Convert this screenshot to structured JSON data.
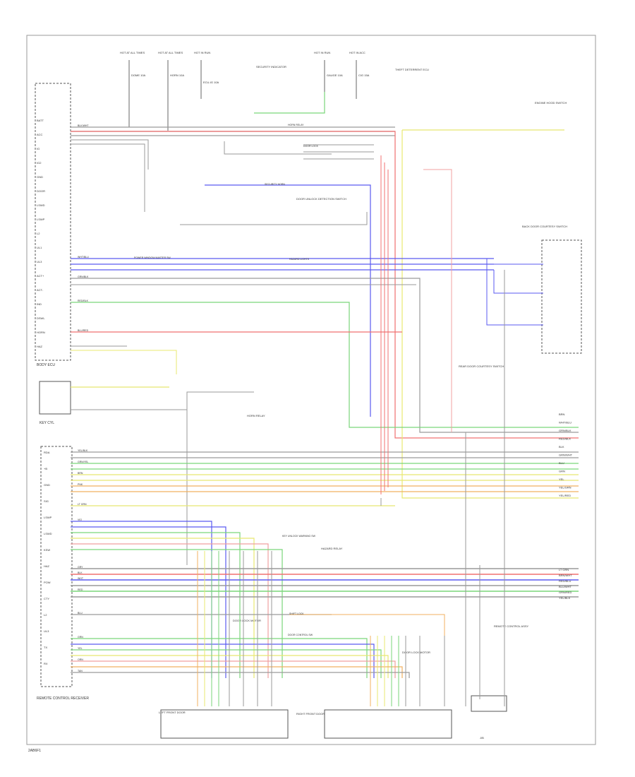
{
  "page": {
    "footer_code": "2AB6F1"
  },
  "components": {
    "body_ecu": "BODY ECU",
    "remote_receiver": "REMOTE CONTROL RECEIVER",
    "remote_control_assy": "REMOTE CONTROL ASSY",
    "security_indicator": "SECURITY INDICATOR",
    "engine_hood_switch": "ENGINE HOOD SWITCH",
    "door_lock_motor": "DOOR LOCK MOTOR",
    "door_unlock_detection_sw": "DOOR UNLOCK DETECTION SWITCH",
    "rear_door_courtesy_sw": "REAR DOOR COURTESY SWITCH",
    "back_door_courtesy_sw": "BACK DOOR COURTESY SWITCH",
    "theft_deterrent_ecu": "THEFT DETERRENT ECU",
    "horn_relay": "HORN RELAY",
    "hazard_relay": "HAZARD RELAY",
    "left_front_door": "LEFT FRONT DOOR",
    "right_front_door": "RIGHT FRONT DOOR",
    "ignition_key_cyl": "KEY CYL",
    "junction_block": "J/B"
  },
  "fuses": [
    {
      "label": "HOT AT ALL TIMES",
      "value": "DOME 10A"
    },
    {
      "label": "HOT AT ALL TIMES",
      "value": "HORN 10A"
    },
    {
      "label": "HOT IN RUN",
      "value": "ECU-IG 10A"
    },
    {
      "label": "HOT IN RUN",
      "value": "GAUGE 10A"
    },
    {
      "label": "HOT IN ACC",
      "value": "CIG 15A"
    }
  ],
  "ecu_pins_left": [
    "BATT",
    "ACC",
    "IG",
    "IG2",
    "GND",
    "DOOR",
    "LSWD",
    "LSWP",
    "L2",
    "UL1",
    "UL3",
    "ACT+",
    "ACT-",
    "IND",
    "DSWL",
    "HORN",
    "HAZ"
  ],
  "receiver_pins": [
    "RDA",
    "+B",
    "GND",
    "SIG",
    "LSWP",
    "LSWD",
    "KSW",
    "HAZ",
    "POW",
    "CTY",
    "L2",
    "UL3",
    "TX",
    "RX"
  ],
  "wire_colors": [
    "BLK/WHT",
    "WHT/BLU",
    "GRN/BLK",
    "RED/BLK",
    "BLU/RED",
    "YEL/BLK",
    "GRN/YEL",
    "BRN",
    "PNK",
    "LT GRN",
    "VIO",
    "GRY",
    "BLK",
    "WHT",
    "RED",
    "BLU",
    "GRN",
    "YEL",
    "ORN",
    "TAN"
  ],
  "right_connector_labels": [
    "BRN",
    "WHT/BLU",
    "GRN/BLK",
    "RED/BLK",
    "BLK",
    "GRN/WHT",
    "BLU",
    "GRN",
    "YEL",
    "YEL/GRN",
    "YEL/RED",
    "LT GRN",
    "BRN/WHT",
    "RED/BLU",
    "BLU/WHT",
    "GRN/RED",
    "YEL/BLK"
  ],
  "mid_labels": [
    "HORN RELAY",
    "DOOR LOCK",
    "SECURITY HORN",
    "HAZARD LIGHTS",
    "KEY UNLOCK WARNING SW",
    "SHIFT LOCK",
    "DOOR CONTROL SW",
    "POWER WINDOW MASTER SW"
  ]
}
